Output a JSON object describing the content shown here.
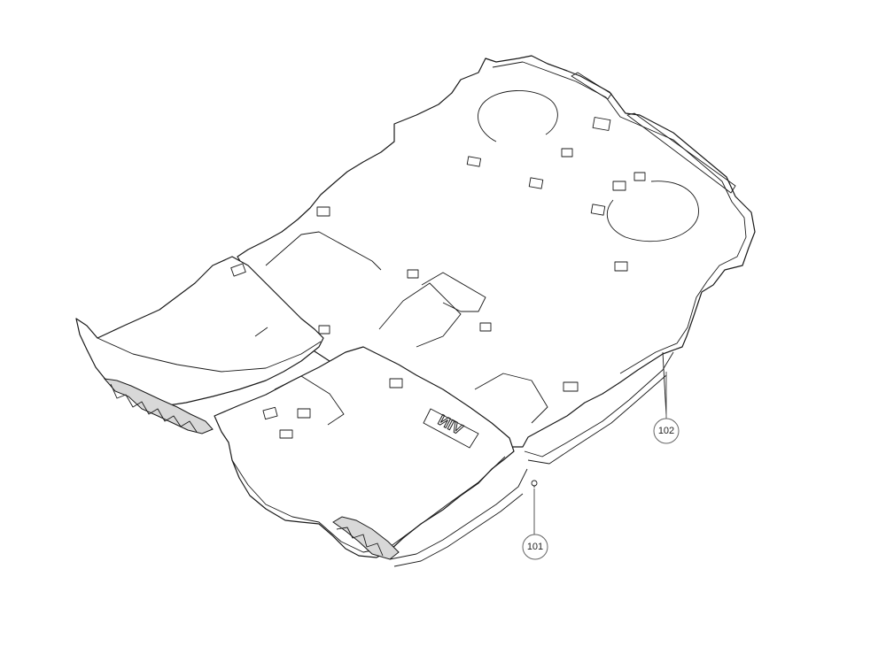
{
  "diagram": {
    "stamp_text": "VIN",
    "callouts": [
      {
        "id": "102",
        "label": "102"
      },
      {
        "id": "101",
        "label": "101"
      }
    ]
  }
}
